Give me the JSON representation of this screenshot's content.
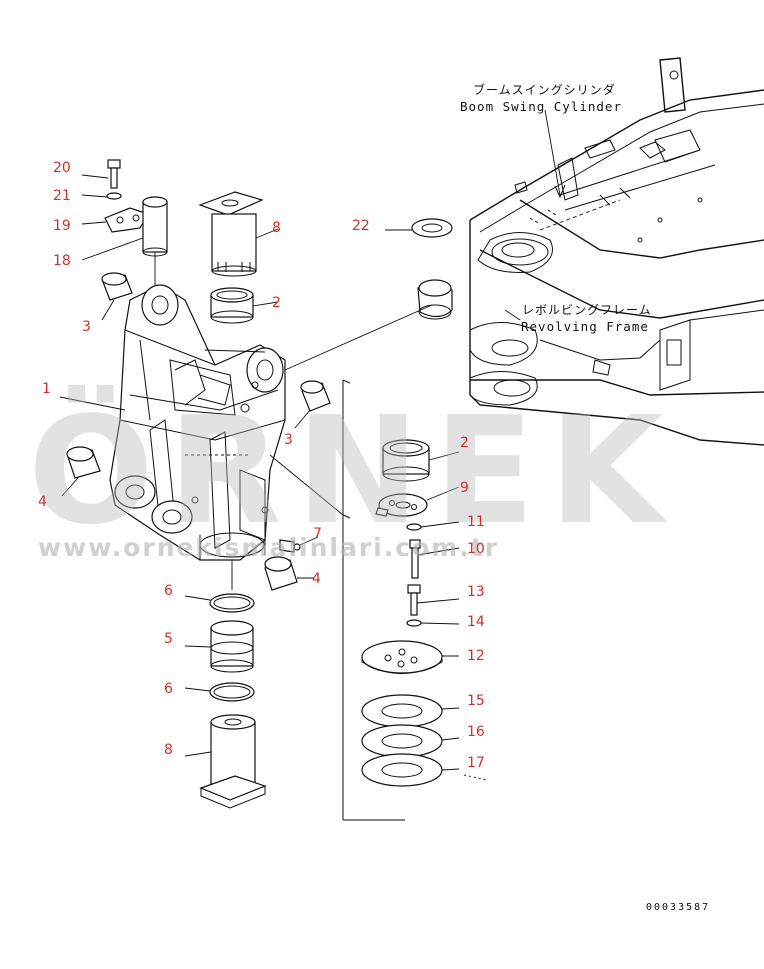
{
  "labels": {
    "jp_cylinder": "ブームスイングシリンダ",
    "en_cylinder": "Boom Swing Cylinder",
    "jp_frame": "レボルビングフレーム",
    "en_frame": "Revolving Frame"
  },
  "callouts": {
    "c20": "20",
    "c21": "21",
    "c19": "19",
    "c18": "18",
    "c3a": "3",
    "c1": "1",
    "c4a": "4",
    "c8a": "8",
    "c2a": "2",
    "c3b": "3",
    "c22": "22",
    "c2b": "2",
    "c9": "9",
    "c11": "11",
    "c7": "7",
    "c10": "10",
    "c4b": "4",
    "c6a": "6",
    "c13": "13",
    "c14": "14",
    "c5": "5",
    "c12": "12",
    "c6b": "6",
    "c15": "15",
    "c16": "16",
    "c8b": "8",
    "c17": "17"
  },
  "watermark": {
    "brand": "ÖRNEK",
    "url": "www.ornekismalinlari.com.tr"
  },
  "doc_number": "00033587",
  "colors": {
    "callout": "#d0312d",
    "line": "#111111",
    "watermark": "#b9b9b9"
  }
}
